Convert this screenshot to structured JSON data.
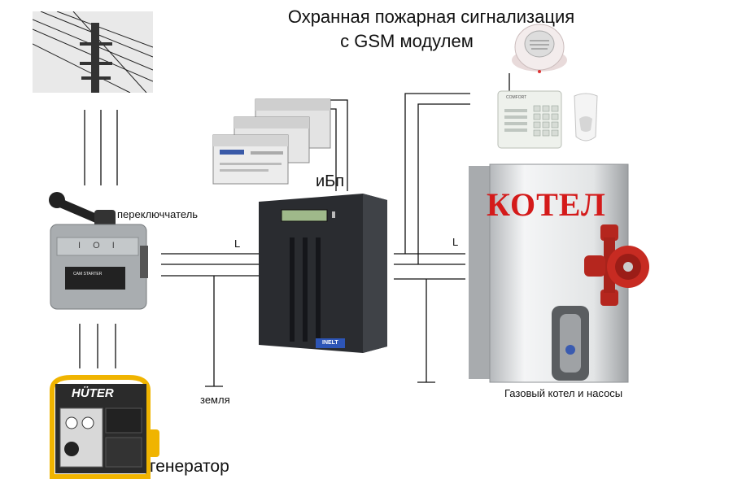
{
  "title": {
    "line1": "Охранная пожарная сигнализация",
    "line2": "с GSM модулем"
  },
  "labels": {
    "switch": "переключчатель",
    "ups": "иБп",
    "line_left": "L",
    "line_right": "L",
    "ground": "земля",
    "boiler_title": "КОТЕЛ",
    "boiler_caption": "Газовый котел и насосы",
    "generator": "генератор"
  },
  "devices": {
    "switch_plate": "I O I",
    "switch_sticker": "CAM STARTER",
    "generator_brand": "HÜTER",
    "ups_brand": "INELT",
    "keypad_brand": "COMFORT"
  },
  "colors": {
    "boiler_title": "#d41a1a",
    "pump": "#b5261e",
    "ups_body": "#2a2c30",
    "generator_frame": "#f0b400",
    "wire": "#111111"
  }
}
